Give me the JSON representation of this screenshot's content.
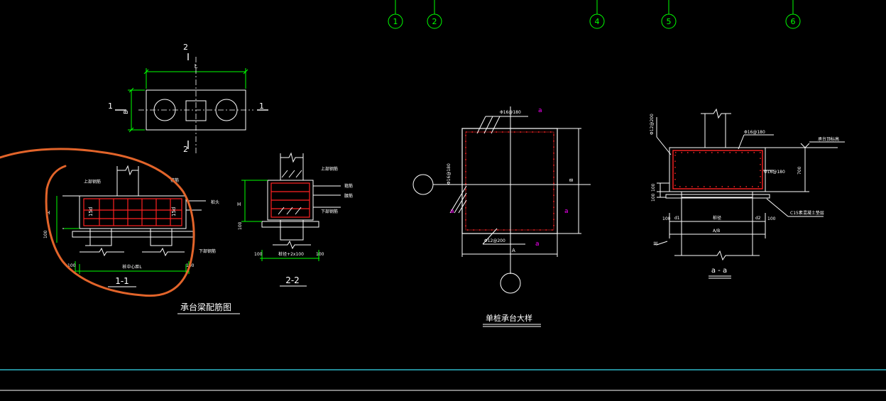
{
  "axis_bubbles": [
    "1",
    "2",
    "4",
    "5",
    "6"
  ],
  "plan": {
    "dim_top": "L",
    "dim_left": "B",
    "section_mark_1": "1",
    "section_mark_2": "2"
  },
  "sec11": {
    "label_top_rebar": "上部钢筋",
    "label_stirrup": "箍筋",
    "label_pile_head": "桩头",
    "label_H": "H",
    "label_100": "100",
    "label_15d_left": "15d",
    "label_15d_right": "15d",
    "label_bottom_rebar": "下部钢筋",
    "dim_100_left": "100",
    "dim_100_right": "100",
    "label_pile_spacing": "桩中心距L",
    "title": "1-1"
  },
  "sec22": {
    "label_top_rebar": "上部钢筋",
    "label_stirrup": "箍筋",
    "label_side": "腰筋",
    "label_bottom_rebar": "下部钢筋",
    "label_H": "H",
    "label_100": "100",
    "dim_100_left": "100",
    "dim_100_right": "100",
    "label_width": "桩径+2x100",
    "title": "2-2"
  },
  "caption_left": "承台梁配筋图",
  "single_cap": {
    "rebar_top": "Φ16@180",
    "rebar_left": "Φ16@180",
    "rebar_bottom": "Φ12@200",
    "dim_B": "B",
    "dim_A": "A",
    "mark_a_left": "a",
    "mark_a_right": "a",
    "mark_a_top": "a",
    "mark_a_bottom": "a",
    "title": "单桩承台大样"
  },
  "section_aa": {
    "rebar_left_top": "Φ12@200",
    "rebar_top": "Φ16@180",
    "rebar_side": "Φ16@180",
    "label_top_elev": "承台顶标高",
    "dim_700": "700",
    "dim_100_a": "100",
    "dim_100_b": "100",
    "dim_100_left": "100",
    "dim_100_right": "100",
    "dim_d1": "d1",
    "dim_d2": "d2",
    "label_pile_dia": "桩径",
    "label_AB": "A/B",
    "label_cushion": "C15素混凝土垫层",
    "label_pile": "桩",
    "title": "a - a"
  },
  "colors": {
    "background": "#000000",
    "line": "#ffffff",
    "rebar": "#ff2222",
    "dim": "#00ff00",
    "axis_circle": "#00ff00",
    "mark": "#ff00ff",
    "highlight": "#e2642a",
    "status_line": "#2fb8c8"
  }
}
